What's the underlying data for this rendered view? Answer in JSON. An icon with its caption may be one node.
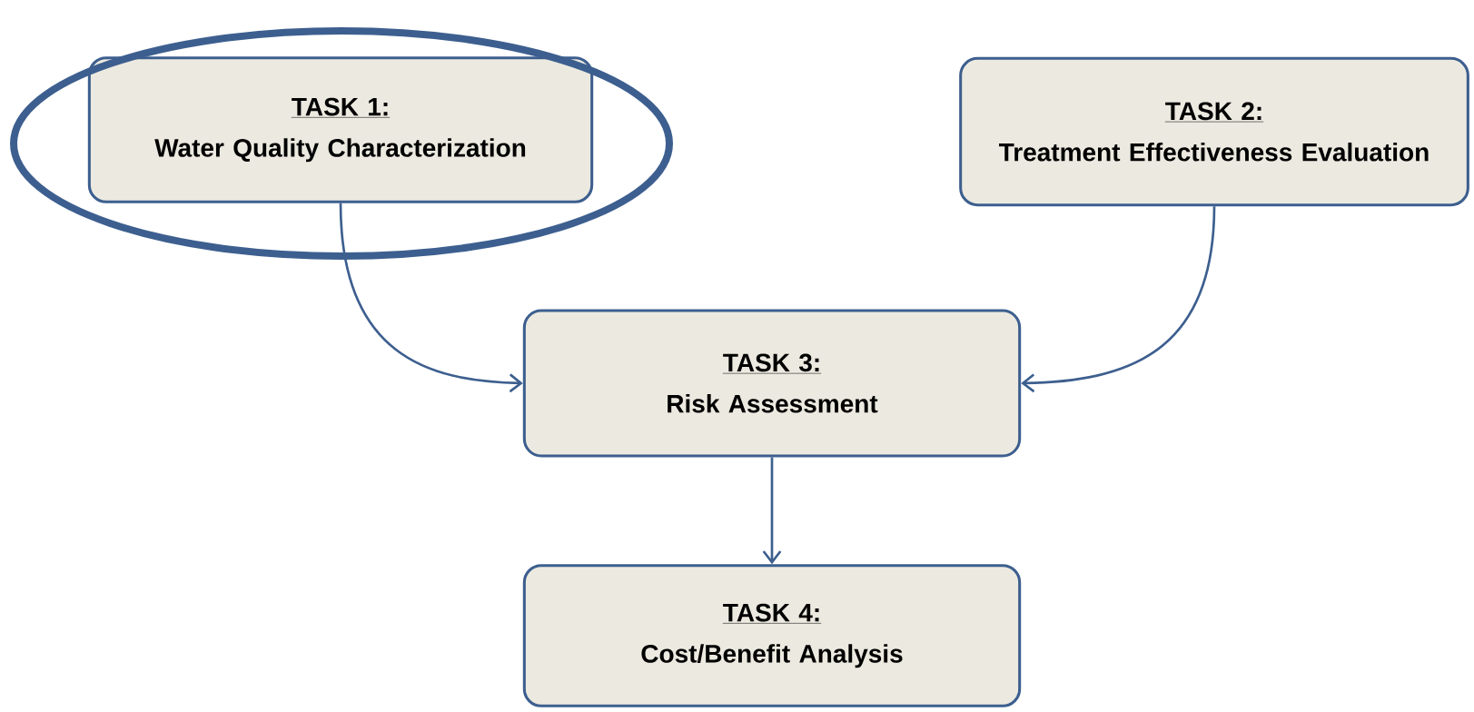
{
  "diagram": {
    "nodes": [
      {
        "text": [
          "TASK 1:",
          "Water Quality Characterization"
        ]
      },
      {
        "text": [
          "TASK 2:",
          "Treatment Effectiveness Evaluation"
        ]
      },
      {
        "text": [
          "TASK 3:",
          "Risk Assessment"
        ]
      },
      {
        "text": [
          "TASK 4:",
          "Cost/Benefit Analysis"
        ]
      }
    ],
    "edges": [
      {
        "from": 0,
        "to": 2,
        "arrow": "to"
      },
      {
        "from": 1,
        "to": 2,
        "arrow": "to"
      },
      {
        "from": 2,
        "to": 3,
        "arrow": "to"
      }
    ]
  }
}
